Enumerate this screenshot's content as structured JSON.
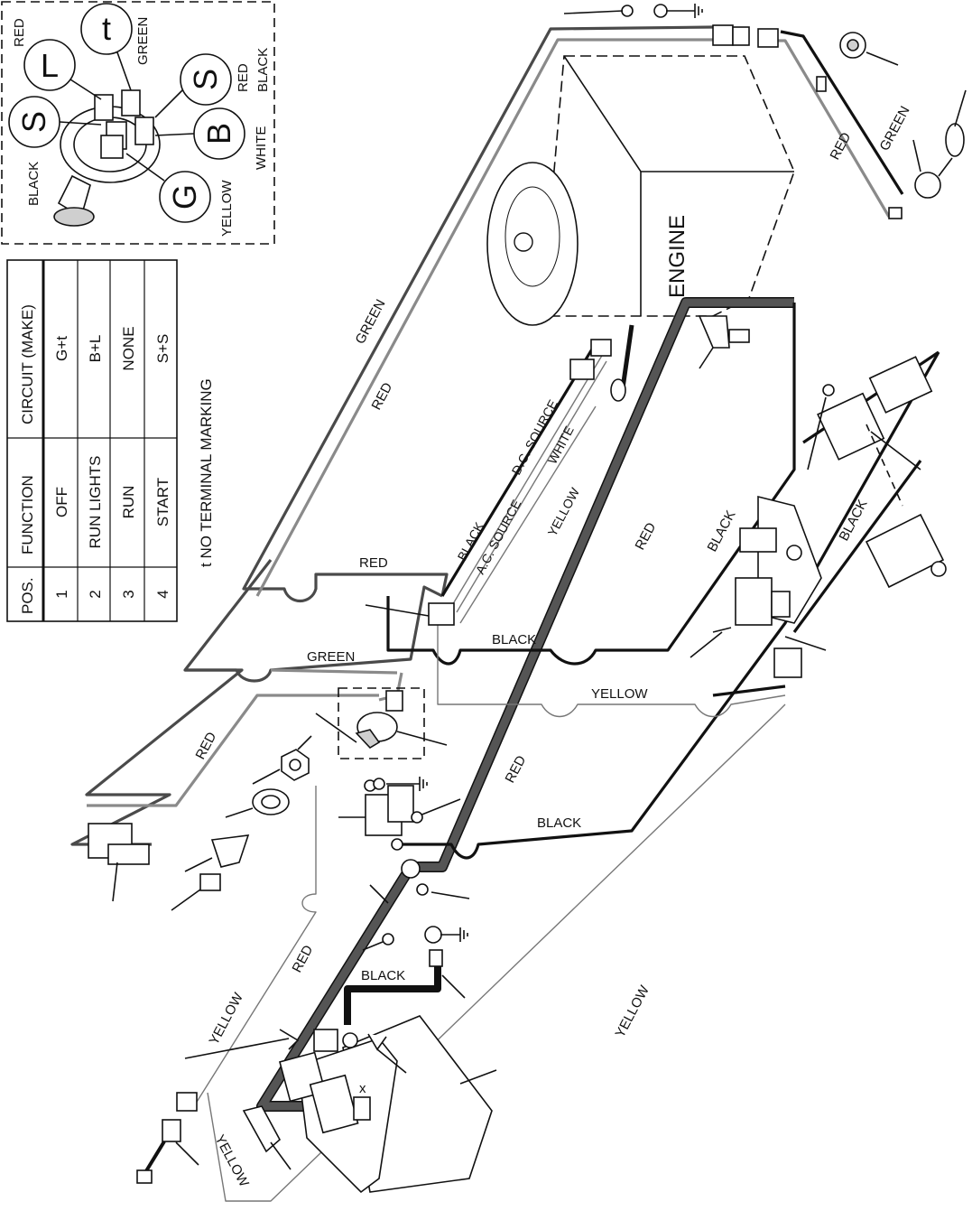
{
  "switch_inset": {
    "terminals": {
      "L": "L",
      "t": "t",
      "S_top": "S",
      "S_left": "S",
      "B": "B",
      "G": "G"
    },
    "wire_labels": {
      "red": "RED",
      "green": "GREEN",
      "red_black_1": "RED",
      "red_black_2": "BLACK",
      "white": "WHITE",
      "black": "BLACK",
      "yellow": "YELLOW"
    }
  },
  "table": {
    "headers": [
      "POS.",
      "FUNCTION",
      "CIRCUIT  (MAKE)"
    ],
    "rows": [
      [
        "1",
        "OFF",
        "G+t"
      ],
      [
        "2",
        "RUN LIGHTS",
        "B+L"
      ],
      [
        "3",
        "RUN",
        "NONE"
      ],
      [
        "4",
        "START",
        "S+S"
      ]
    ],
    "footnote": "t  NO TERMINAL MARKING"
  },
  "engine_label": "ENGINE",
  "wire_labels": {
    "green_top": "GREEN",
    "red_top": "RED",
    "red_mid": "RED",
    "green_mid": "GREEN",
    "red_left": "RED",
    "black_source": "BLACK",
    "ac_source": "A.C. SOURCE",
    "dc_source": "D.C. SOURCE",
    "white": "WHITE",
    "yellow_source": "YELLOW",
    "red_engine": "RED",
    "black_engine": "BLACK",
    "yellow_engine": "YELLOW",
    "red_center": "RED",
    "black_center": "BLACK",
    "black_right_1": "BLACK",
    "black_right_2": "BLACK",
    "red_right": "RED",
    "green_right": "GREEN",
    "red_battery": "RED",
    "black_battery": "BLACK",
    "yellow_left": "YELLOW",
    "yellow_right": "YELLOW",
    "yellow_bottom": "YELLOW"
  },
  "battery_marker": "x",
  "colors": {
    "black": "#111111",
    "red": "#4a4a4a",
    "green": "#8a8a8a",
    "yellow": "#777777"
  },
  "icons": [
    "ignition-switch-icon",
    "battery-icon",
    "solenoid-icon",
    "ground-symbol-icon",
    "headlight-icon",
    "connector-icon",
    "seat-switch-icon"
  ]
}
